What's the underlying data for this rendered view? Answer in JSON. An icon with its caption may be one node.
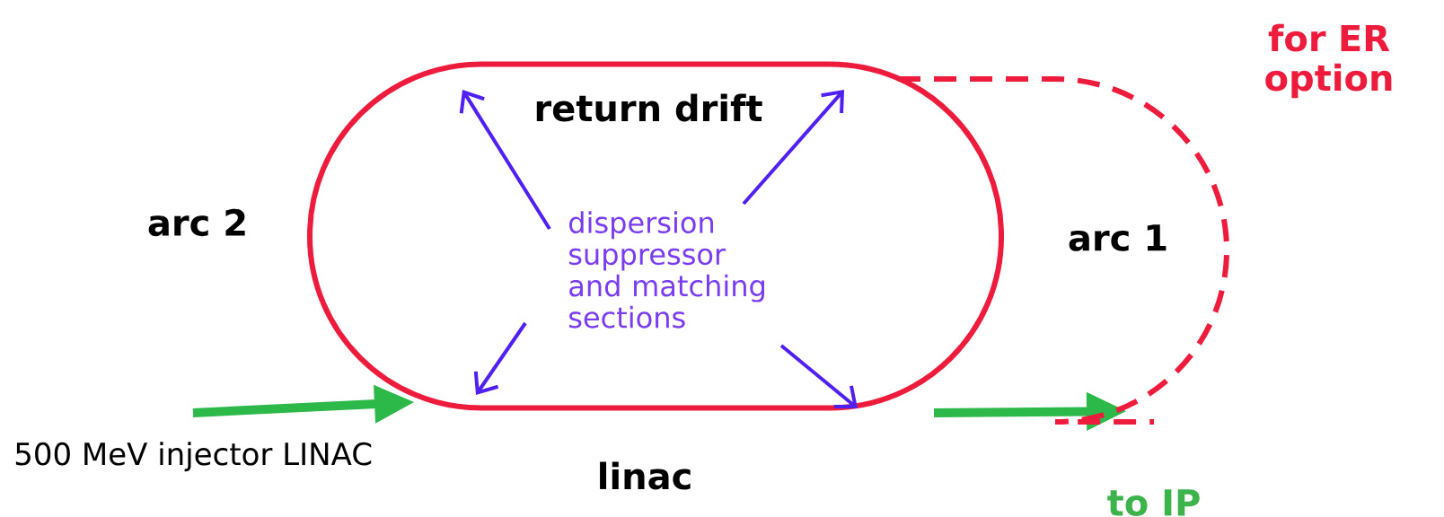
{
  "diagram": {
    "nodes": [
      {
        "text": [],
        "shape": "racetrack"
      },
      {
        "text": [
          "dispersion suppressor and matching sections"
        ],
        "in": 0
      },
      {
        "text": [
          "500 MeV injector LINAC"
        ]
      },
      {
        "text": [
          "to IP"
        ]
      }
    ],
    "edges": [
      {
        "from": 1,
        "to": 0,
        "arrow": "to"
      },
      {
        "from": 1,
        "to": 0,
        "arrow": "to"
      },
      {
        "from": 1,
        "to": 0,
        "arrow": "to"
      },
      {
        "from": 1,
        "to": 0,
        "arrow": "to"
      },
      {
        "from": 2,
        "to": 0,
        "arrow": "to",
        "style": "thick",
        "color": "#2db84a"
      },
      {
        "from": 0,
        "to": 3,
        "arrow": "to",
        "style": "thick",
        "color": "#2db84a"
      },
      {
        "from": 0,
        "to": null,
        "arrow": "none",
        "style": "dashed",
        "color": "#ee1c3c",
        "label": "for ER option"
      }
    ],
    "labels": [
      "return drift",
      "arc 2",
      "arc 1",
      "linac"
    ]
  }
}
